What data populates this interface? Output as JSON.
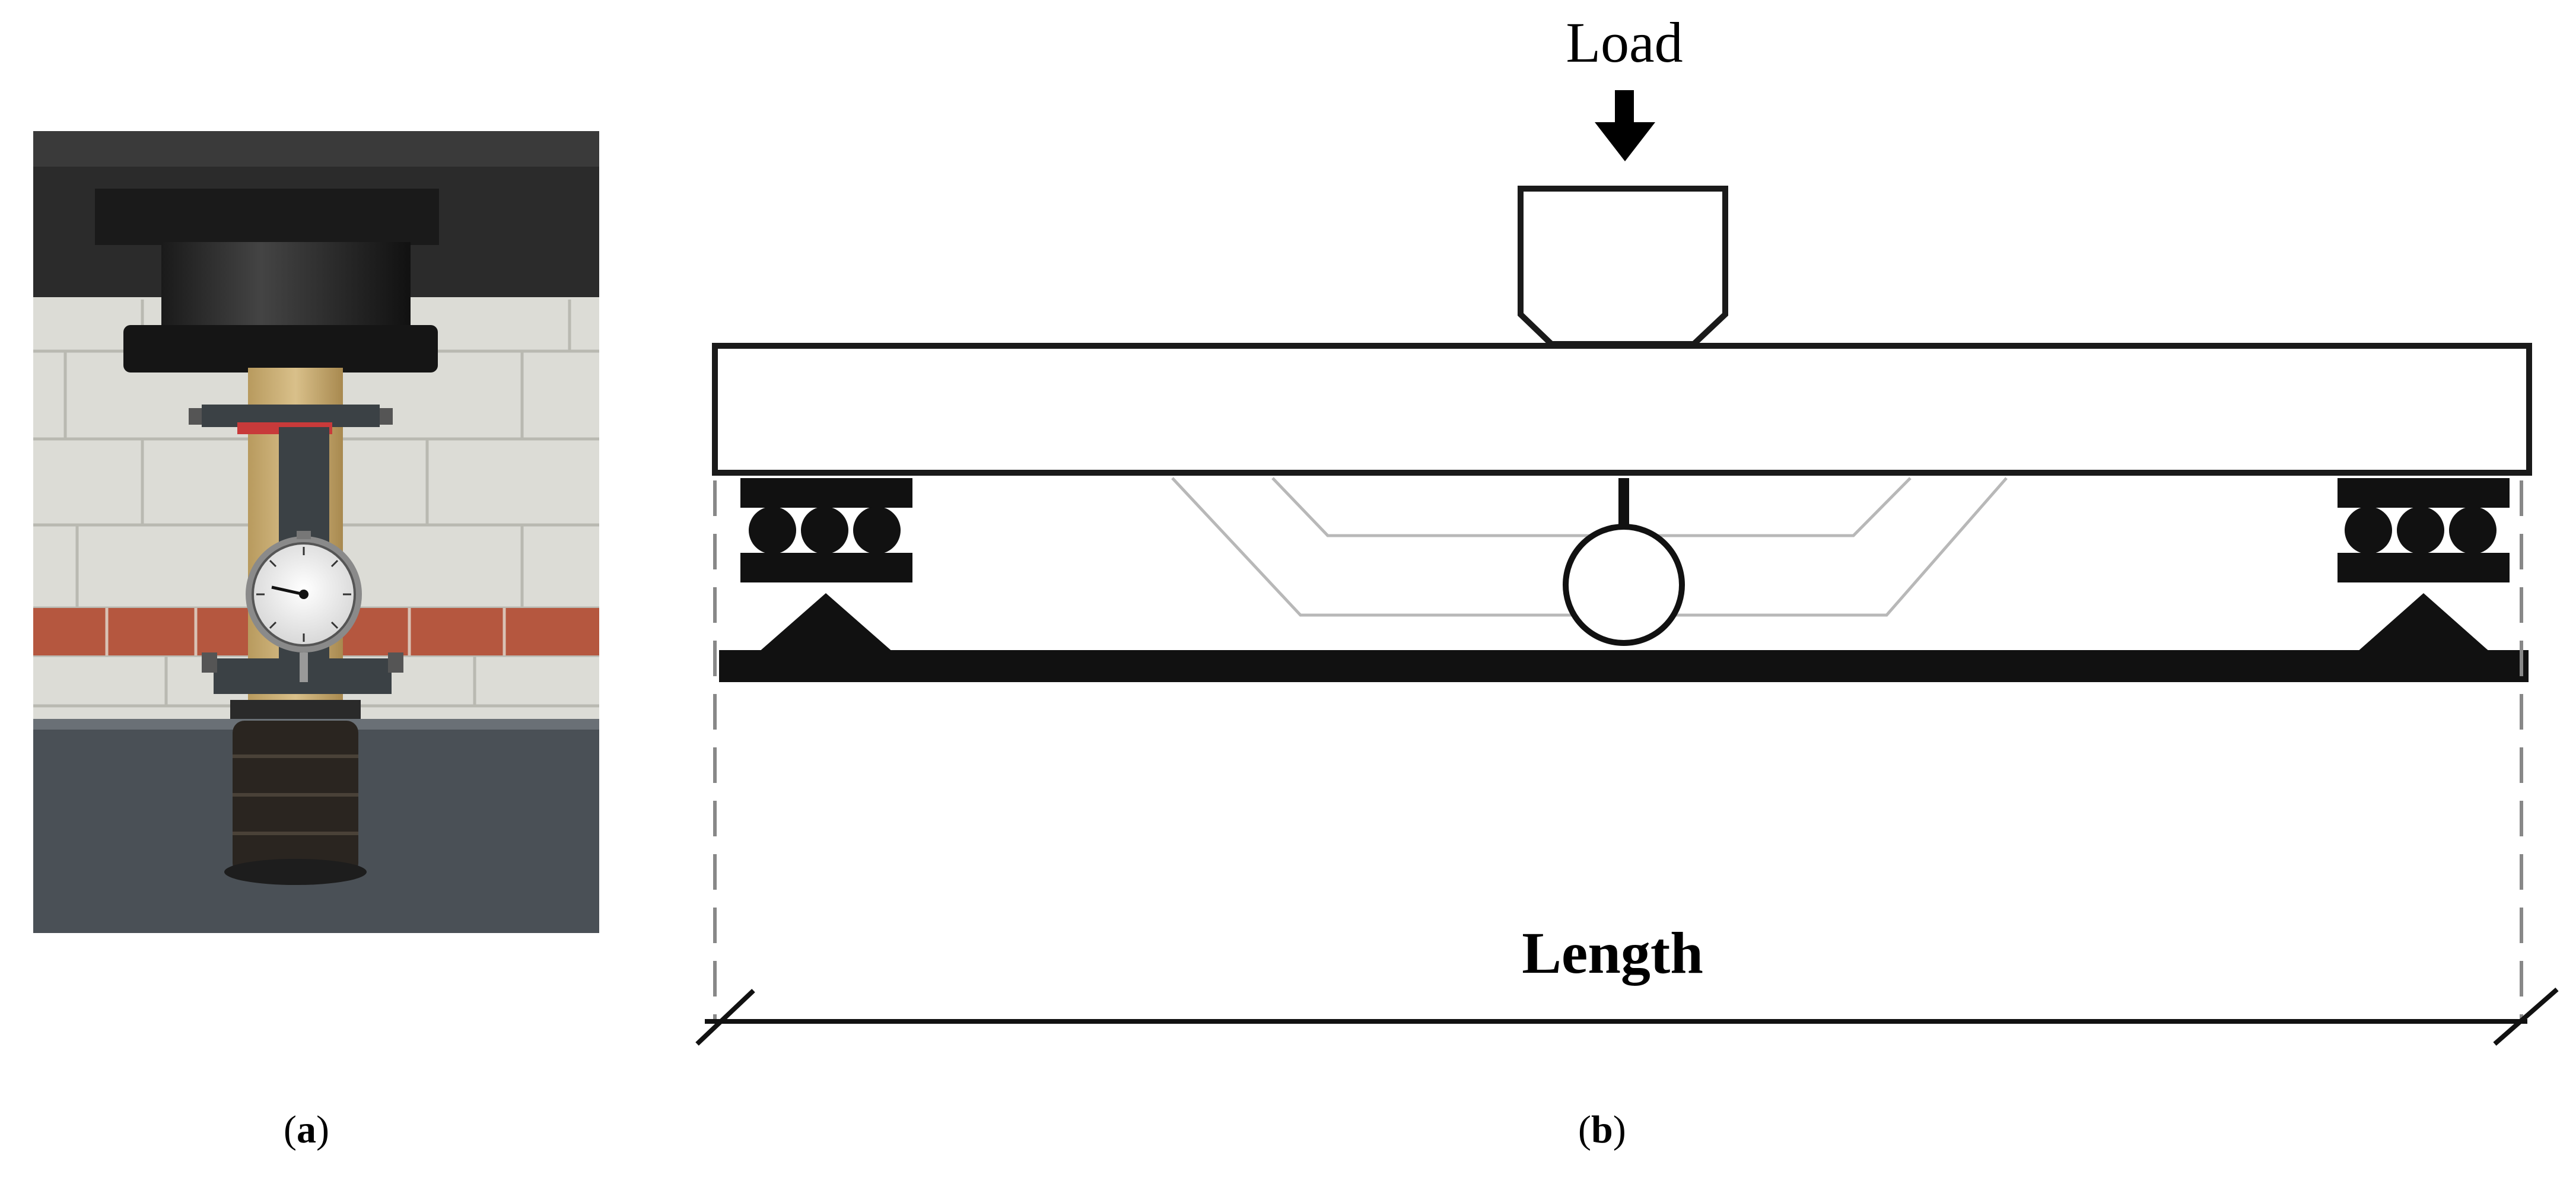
{
  "panel_a": {
    "caption_open": "(",
    "caption_letter": "a",
    "caption_close": ")"
  },
  "panel_b": {
    "caption_open": "(",
    "caption_letter": "b",
    "caption_close": ")",
    "load_label": "Load",
    "length_label": "Length"
  }
}
